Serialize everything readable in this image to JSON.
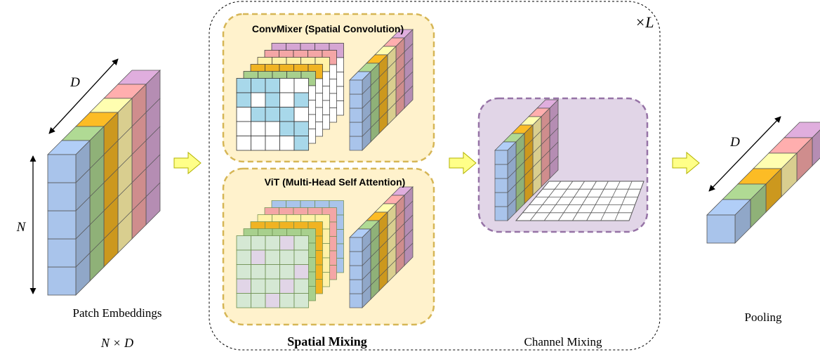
{
  "labels": {
    "patch_embeddings": "Patch Embeddings",
    "n_times_d": "N × D",
    "spatial_mixing": "Spatial Mixing",
    "channel_mixing": "Channel Mixing",
    "pooling": "Pooling",
    "repeat": "×L",
    "convmixer_title": "ConvMixer (Spatial Convolution)",
    "vit_title": "ViT (Multi-Head Self Attention)",
    "dim_d_left": "D",
    "dim_n": "N",
    "dim_d_right": "D"
  },
  "colors": {
    "blue": "#a9c4eb",
    "green": "#a8d08d",
    "orange": "#f0b323",
    "yellow": "#fff2a8",
    "red": "#f4a6a6",
    "purple": "#d5a6d3",
    "panel_fill": "#fff2cc",
    "panel_border": "#d6b656",
    "channel_panel_fill": "#e1d5e7",
    "channel_panel_border": "#9673a6",
    "arrow_fill": "#ffff88",
    "arrow_stroke": "#b3b300",
    "conv_highlight": "#a8d8ea",
    "vit_highlight": "#e1d5e7"
  }
}
